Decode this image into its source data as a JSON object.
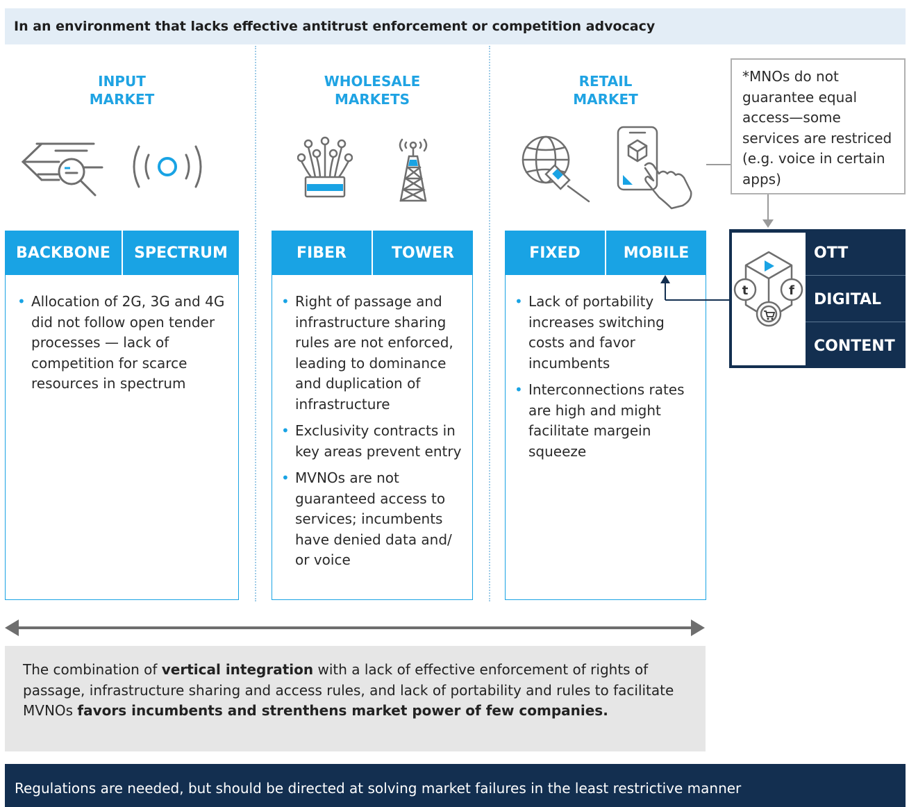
{
  "header": {
    "title": "In an environment that lacks effective antitrust enforcement or competition advocacy"
  },
  "markets": {
    "input": {
      "line1": "INPUT",
      "line2": "MARKET",
      "cols": [
        "BACKBONE",
        "SPECTRUM"
      ],
      "bullets": [
        "Allocation of 2G, 3G and 4G did not follow open tender processes — lack of competition for scarce resources in spectrum"
      ]
    },
    "wholesale": {
      "line1": "WHOLESALE",
      "line2": "MARKETS",
      "cols": [
        "FIBER",
        "TOWER"
      ],
      "bullets": [
        "Right of passage and infrastructure sharing rules are not enforced, leading to dominance and duplication of infrastructure",
        "Exclusivity contracts in key areas prevent entry",
        "MVNOs are not guaranteed access to services; incumbents have denied data and/ or voice"
      ]
    },
    "retail": {
      "line1": "RETAIL",
      "line2": "MARKET",
      "cols": [
        "FIXED",
        "MOBILE"
      ],
      "bullets": [
        "Lack of portability increases switching costs and favor incumbents",
        "Interconnections rates are high and might facilitate margein squeeze"
      ]
    }
  },
  "note": {
    "text": "*MNOs do not guarantee equal access—some services are restriced (e.g. voice in certain apps)"
  },
  "ott": {
    "labels": [
      "OTT",
      "DIGITAL",
      "CONTENT"
    ]
  },
  "summary": {
    "part1": "The combination of ",
    "bold1": "vertical integration",
    "part2": " with a lack of effective enforcement of rights of passage, infrastructure sharing and access rules, and lack of portability and rules to facilitate MVNOs ",
    "bold2": "favors incumbents and strenthens market power of few companies."
  },
  "footer": {
    "text": "Regulations are needed, but should be directed at solving market failures in the least restrictive manner"
  },
  "colors": {
    "accent": "#19a3e4",
    "navy": "#132f50",
    "header_bg": "#e3edf6",
    "summary_bg": "#e6e6e6",
    "icon_gray": "#6e6e6e"
  },
  "icons": [
    "backbone-search-icon",
    "spectrum-signal-icon",
    "fiber-icon",
    "tower-icon",
    "globe-cable-icon",
    "phone-touch-icon",
    "ott-cube-icon"
  ]
}
